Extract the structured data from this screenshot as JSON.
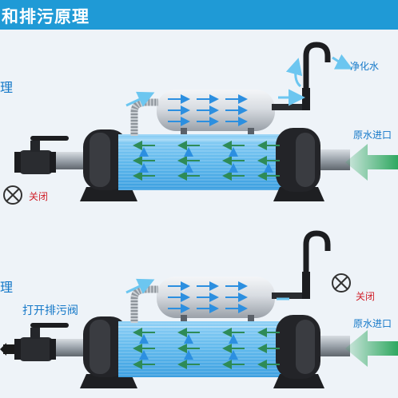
{
  "header": {
    "title": "和排污原理"
  },
  "top": {
    "side_label": "理",
    "outlet_label": "净化水",
    "inlet_label": "原水进口",
    "valve_state_label": "关闭"
  },
  "bottom": {
    "side_label": "理",
    "valve_action_label": "打开排污阀",
    "outlet_state_label": "关闭",
    "inlet_label": "原水进口"
  },
  "colors": {
    "header_bg": "#1f9ad6",
    "label_blue": "#1478c8",
    "label_red": "#d0202a",
    "filter_blue": "#5fb8ec",
    "arrow_green": "#2e8b57",
    "inlet_arrow": "#2fa860"
  }
}
